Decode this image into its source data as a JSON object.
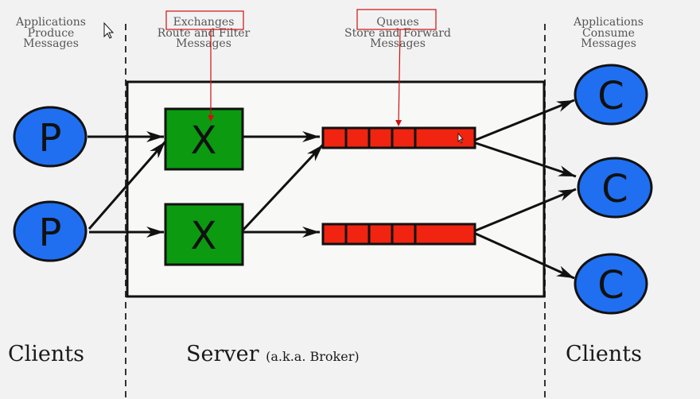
{
  "captions": {
    "left": [
      "Applications",
      "Produce",
      "Messages"
    ],
    "exchanges": [
      "Exchanges",
      "Route and Filter",
      "Messages"
    ],
    "queues": [
      "Queues",
      "Store and Forward",
      "Messages"
    ],
    "right": [
      "Applications",
      "Consume",
      "Messages"
    ]
  },
  "bottom": {
    "clients_left": "Clients",
    "server": "Server",
    "server_note": "(a.k.a. Broker)",
    "clients_right": "Clients"
  },
  "nodes": {
    "producer_label": "P",
    "exchange_label": "X",
    "consumer_label": "C"
  },
  "colors": {
    "producer": "#1f6ff0",
    "exchange": "#0b9a10",
    "queue": "#f02410",
    "consumer": "#1f6ff0",
    "annotation": "#d01010"
  }
}
